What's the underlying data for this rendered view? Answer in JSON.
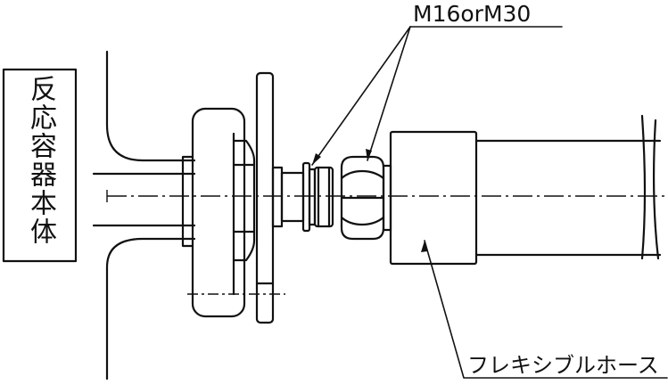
{
  "labels": {
    "vessel_body": "反応容器本体",
    "bolt_spec": "M16orM30",
    "flexible_hose": "フレキシブルホース"
  }
}
